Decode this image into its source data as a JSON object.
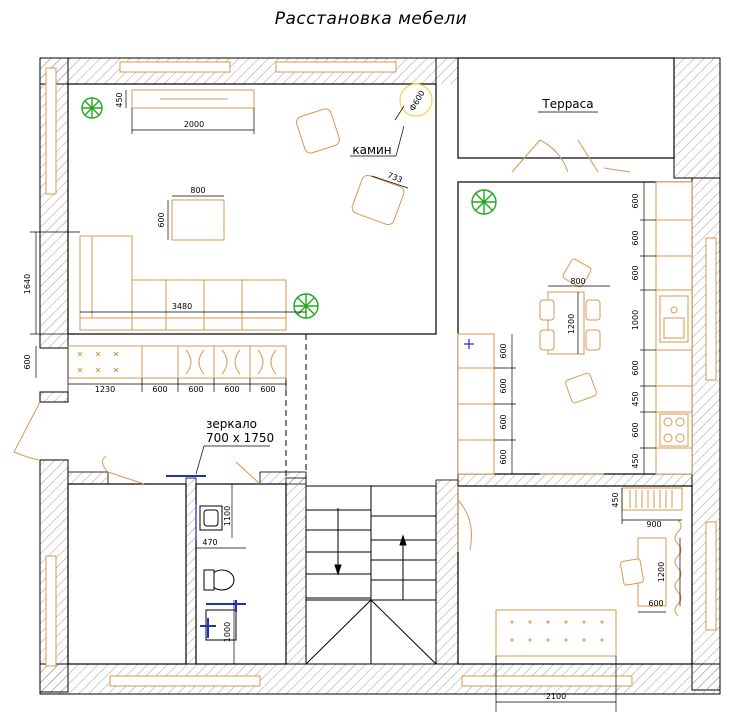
{
  "title": "Расстановка мебели",
  "labels": {
    "terrace": "Терраса",
    "fireplace": "камин",
    "mirror": "зеркало",
    "mirror_size": "700 х 1750",
    "fireplace_dia": "Ф600"
  },
  "dims": {
    "d2000": "2000",
    "d450a": "450",
    "d733": "733",
    "d800a": "800",
    "d600a": "600",
    "d1640": "1640",
    "d3480": "3480",
    "d600b": "600",
    "d1230": "1230",
    "c600_1": "600",
    "c600_2": "600",
    "c600_3": "600",
    "c600_4": "600",
    "d800b": "800",
    "d1200a": "1200",
    "k600_1": "600",
    "k600_2": "600",
    "k600_3": "600",
    "k1000": "1000",
    "k600_4": "600",
    "k450_1": "450",
    "k600_5": "600",
    "k450_2": "450",
    "ck600_1": "600",
    "ck600_2": "600",
    "ck600_3": "600",
    "ck600_4": "600",
    "b1100": "1100",
    "b470": "470",
    "b1000": "1000",
    "r450": "450",
    "r900": "900",
    "r1200": "1200",
    "r600": "600",
    "r2100": "2100"
  },
  "colors": {
    "wall": "#000000",
    "furniture": "#d79a4e",
    "plant": "#1fa91f",
    "plumbing": "#1f2fc9",
    "glass": "#f2d24a"
  }
}
